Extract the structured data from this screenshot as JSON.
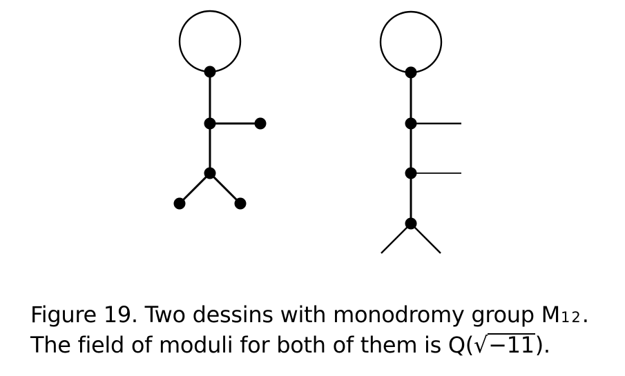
{
  "caption": {
    "line1_prefix": "Figure 19. Two dessins with monodromy group M",
    "line1_sub": "12",
    "line1_suffix": ".",
    "line2_prefix": "The field of moduli for both of them is ",
    "field_symbol": "Q",
    "open_paren": "(",
    "sqrt_symbol": "√",
    "radicand": "−11",
    "close_paren": ").",
    "line2_text": "The field of moduli for both of them is Q(√−11)."
  },
  "style": {
    "stroke_color": "#000000",
    "background": "#ffffff"
  }
}
